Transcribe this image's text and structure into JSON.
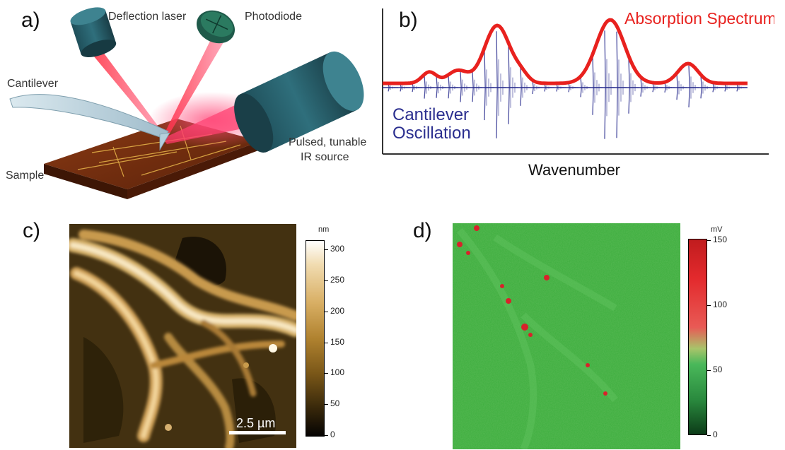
{
  "panels": {
    "a": {
      "letter": "a)",
      "labels": {
        "deflection_laser": "Deflection laser",
        "photodiode": "Photodiode",
        "cantilever": "Cantilever",
        "sample": "Sample",
        "ir_source_line1": "Pulsed, tunable",
        "ir_source_line2": "IR source"
      }
    },
    "b": {
      "letter": "b)",
      "absorption_label": "Absorption Spectrum",
      "oscillation_line1": "Cantilever",
      "oscillation_line2": "Oscillation",
      "xlabel": "Wavenumber",
      "colors": {
        "absorption": "#e8211e",
        "oscillation": "#2b2f8f"
      }
    },
    "c": {
      "letter": "c)",
      "colorbar_unit": "nm",
      "colorbar_ticks": [
        "300",
        "250",
        "200",
        "150",
        "100",
        "50",
        "0"
      ],
      "scalebar": "2.5 µm"
    },
    "d": {
      "letter": "d)",
      "colorbar_unit": "mV",
      "colorbar_ticks": [
        "150",
        "100",
        "50",
        "0"
      ]
    }
  }
}
